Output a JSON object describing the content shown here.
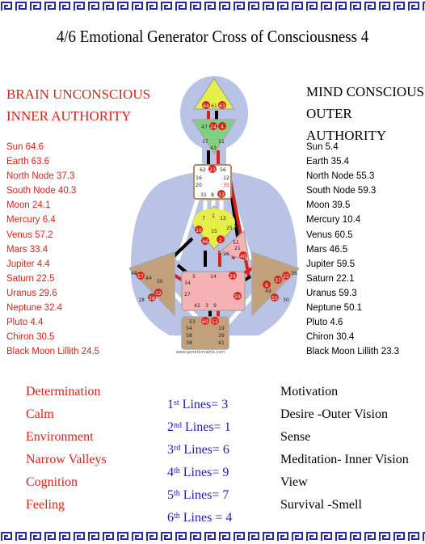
{
  "title": "4/6 Emotional Generator  Cross of Consciousness 4",
  "colors": {
    "red": "#d8231a",
    "blue": "#1f1bb4",
    "border": "#2a2aa0",
    "silhouette": "#b9c3e6"
  },
  "brain": {
    "header1": "BRAIN UNCONSCIOUS",
    "header2": "INNER AUTHORITY",
    "planets": [
      "Sun  64.6",
      "Earth 63.6",
      "North Node 37.3",
      "South Node 40.3",
      "Moon 24.1",
      "Mercury 6.4",
      "Venus 57.2",
      "Mars 33.4",
      "Jupiter 4.4",
      "Saturn 22.5",
      "Uranus 29.6",
      "Neptune 32.4",
      "Pluto 4.4",
      "Chiron 30.5",
      "Black Moon Lillith 24.5"
    ]
  },
  "mind": {
    "header1": "MIND CONSCIOUS",
    "header2": "OUTER AUTHORITY",
    "planets": [
      "Sun  5.4",
      "Earth 35.4",
      "North Node 55.3",
      "South Node 59.3",
      "Moon 39.5",
      "Mercury 10.4",
      "Venus 60.5",
      "Mars 46.5",
      "Jupiter 59.5",
      "Saturn 22.1",
      "Uranus 59.3",
      "Neptune 50.1",
      "Pluto 4.6",
      "Chiron 30.4",
      "Black Moon Lillith 23.3"
    ]
  },
  "left_words": [
    "Determination",
    "Calm",
    "Environment",
    "Narrow Valleys",
    "Cognition",
    "Feeling"
  ],
  "right_words": [
    "Motivation",
    "Desire -Outer Vision",
    "Sense",
    "Meditation- Inner Vision",
    "View",
    "Survival -Smell"
  ],
  "lines": [
    {
      "n": "1",
      "sup": "st",
      "text": " Lines= 3"
    },
    {
      "n": "2",
      "sup": "nd",
      "text": " Lines= 1"
    },
    {
      "n": "3",
      "sup": "rd",
      "text": " Lines= 6"
    },
    {
      "n": "4",
      "sup": "th",
      "text": " Lines= 9"
    },
    {
      "n": "5",
      "sup": "th",
      "text": " Lines= 7"
    },
    {
      "n": "6",
      "sup": "th",
      "text": " Lines = 4"
    }
  ],
  "bodygraph": {
    "watermark": "www.geneticmatrix.com",
    "head_gates": [
      "64",
      "61",
      "63"
    ],
    "ajna_gates": [
      "47",
      "24",
      "4"
    ],
    "ajna_low_gates": [
      "17",
      "11",
      "43"
    ],
    "throat_gates": [
      "62",
      "23",
      "56",
      "16",
      "20",
      "12",
      "35",
      "31",
      "8",
      "33"
    ],
    "g_gates": [
      "7",
      "1",
      "13",
      "10",
      "15",
      "25",
      "46",
      "2"
    ],
    "heart_gates": [
      "51",
      "21",
      "26",
      "40"
    ],
    "spleen_gates": [
      "48",
      "57",
      "44",
      "50",
      "32",
      "28",
      "18"
    ],
    "sp_gates": [
      "36",
      "22",
      "37",
      "6",
      "49",
      "55",
      "30"
    ],
    "sacral_gates": [
      "5",
      "14",
      "29",
      "34",
      "27",
      "42",
      "3",
      "9",
      "59"
    ],
    "root_gates": [
      "53",
      "60",
      "52",
      "54",
      "19",
      "58",
      "39",
      "38",
      "41"
    ]
  }
}
